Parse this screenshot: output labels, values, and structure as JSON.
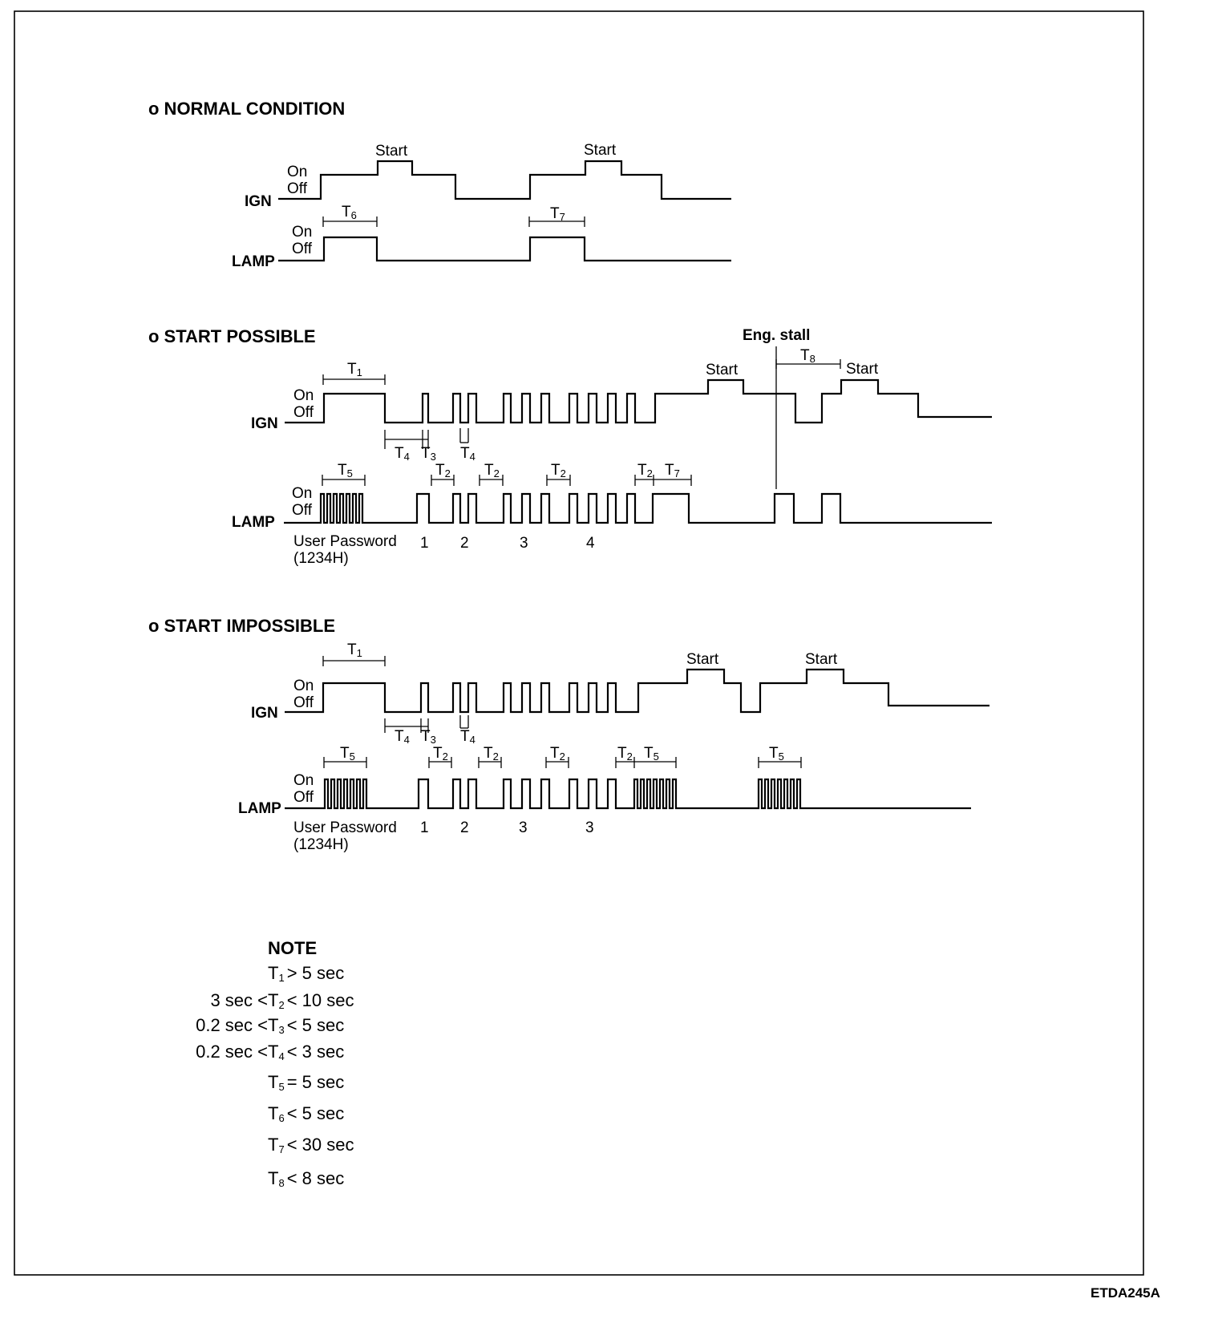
{
  "sections": {
    "normal": {
      "title": "o NORMAL CONDITION"
    },
    "possible": {
      "title": "o START POSSIBLE"
    },
    "impossible": {
      "title": "o START IMPOSSIBLE"
    }
  },
  "signals": {
    "ign": "IGN",
    "lamp": "LAMP",
    "on": "On",
    "off": "Off"
  },
  "labels": {
    "start": "Start",
    "eng_stall": "Eng. stall",
    "user_password": "User Password",
    "password_value": "(1234H)"
  },
  "digits": {
    "possible": [
      "1",
      "2",
      "3",
      "4"
    ],
    "impossible": [
      "1",
      "2",
      "3",
      "3"
    ]
  },
  "note": {
    "title": "NOTE",
    "items": [
      {
        "lhs": "",
        "t": "T",
        "n": "1",
        "rhs": "> 5 sec"
      },
      {
        "lhs": "3 sec  <",
        "t": "T",
        "n": "2",
        "rhs": "< 10 sec"
      },
      {
        "lhs": "0.2 sec <",
        "t": "T",
        "n": "3",
        "rhs": "< 5 sec"
      },
      {
        "lhs": "0.2 sec <",
        "t": "T",
        "n": "4",
        "rhs": "< 3 sec"
      },
      {
        "lhs": "",
        "t": "T",
        "n": "5",
        "rhs": "=  5 sec"
      },
      {
        "lhs": "",
        "t": "T",
        "n": "6",
        "rhs": "< 5 sec"
      },
      {
        "lhs": "",
        "t": "T",
        "n": "7",
        "rhs": "< 30 sec"
      },
      {
        "lhs": "",
        "t": "T",
        "n": "8",
        "rhs": "< 8 sec"
      }
    ]
  },
  "figure_id": "ETDA245A"
}
